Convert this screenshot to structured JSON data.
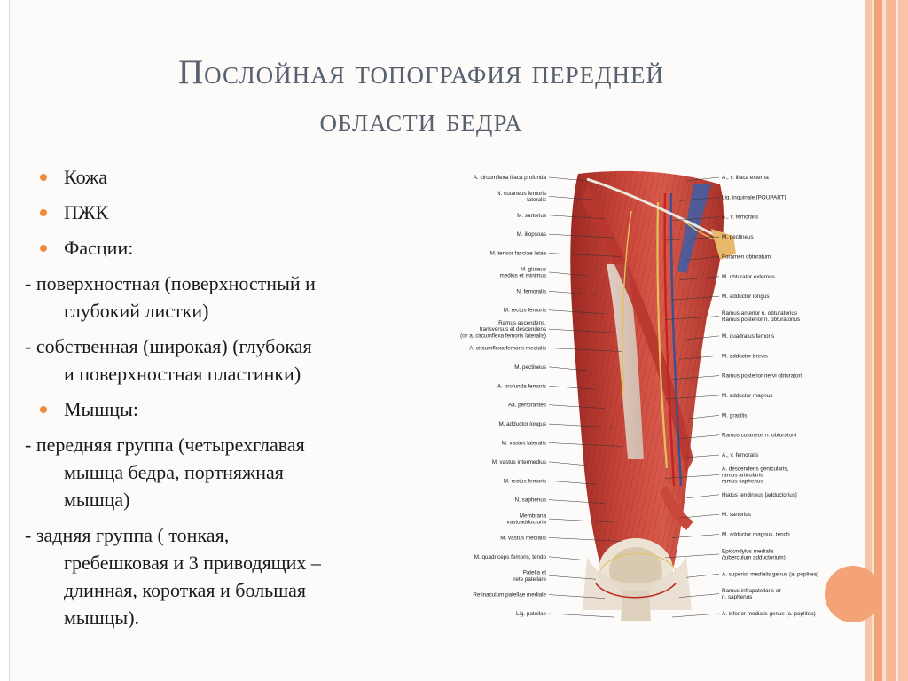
{
  "title": {
    "line1": "Послойная топография передней",
    "line2": "области бедра"
  },
  "items": [
    {
      "type": "bullet",
      "text": "Кожа"
    },
    {
      "type": "bullet",
      "text": "ПЖК"
    },
    {
      "type": "bullet",
      "text": "Фасции:"
    },
    {
      "type": "dash",
      "lines": [
        "- поверхностная (поверхностный и",
        "глубокий листки)"
      ]
    },
    {
      "type": "dash",
      "lines": [
        "- собственная (широкая) (глубокая",
        "и поверхностная пластинки)"
      ]
    },
    {
      "type": "bullet",
      "text": "Мышцы:"
    },
    {
      "type": "dash",
      "lines": [
        "- передняя группа (четырехглавая",
        "мышца бедра, портняжная",
        "мышца)"
      ]
    },
    {
      "type": "dash",
      "lines": [
        "- задняя группа ( тонкая,",
        "гребешковая и 3 приводящих –",
        "длинная, короткая и большая",
        "мышцы)."
      ]
    }
  ],
  "figure": {
    "left_labels": [
      [
        "A. circumflexa iliaca profunda"
      ],
      [
        "N. cutaneus femoris",
        "lateralis"
      ],
      [
        "M. sartorius"
      ],
      [
        "M. iliopsoas"
      ],
      [
        "M. tensor fasciae latae"
      ],
      [
        "M. gluteus",
        "medius et minimus"
      ],
      [
        "N. femoralis"
      ],
      [
        "M. rectus femoris"
      ],
      [
        "Ramus ascendens,",
        "transversus et descendens",
        "(от a. circumflexa femoris lateralis)"
      ],
      [
        "A. circumflexa femoris medialis"
      ],
      [
        "M. pectineus"
      ],
      [
        "A. profunda femoris"
      ],
      [
        "Aa. perforantes"
      ],
      [
        "M. adductor longus"
      ],
      [
        "M. vastus lateralis"
      ],
      [
        "M. vastus intermedius"
      ],
      [
        "M. rectus femoris"
      ],
      [
        "N. saphenus"
      ],
      [
        "Membrana",
        "vastoadductoria"
      ],
      [
        "M. vastus medialis"
      ],
      [
        "M. quadriceps femoris, tendo"
      ],
      [
        "Patella et",
        "rete patellare"
      ],
      [
        "Retinaculum patellae mediale"
      ],
      [
        "Lig. patellae"
      ]
    ],
    "right_labels": [
      [
        "A., v. iliaca externa"
      ],
      [
        "Lig. inguinale [POUPART]"
      ],
      [
        "A., v. femoralis"
      ],
      [
        "M. pectineus"
      ],
      [
        "Foramen obturatum"
      ],
      [
        "M. obturator externus"
      ],
      [
        "M. adductor longus"
      ],
      [
        "Ramus anterior n. obturatorius",
        "Ramus posterior n. obturatorius"
      ],
      [
        "M. quadratus femoris"
      ],
      [
        "M. adductor brevis"
      ],
      [
        "Ramus posterior nervi obturatorii"
      ],
      [
        "M. adductor magnus"
      ],
      [
        "M. gracilis"
      ],
      [
        "Ramus cutaneus n. obturatorii"
      ],
      [
        "A., v. femoralis"
      ],
      [
        "A. descendens genicularis,",
        "ramus articularis",
        "ramus saphenus"
      ],
      [
        "Hiatus tendineus [adductorius]"
      ],
      [
        "M. sartorius"
      ],
      [
        "M. adductor magnus, tendo"
      ],
      [
        "Epicondylus medialis",
        "(tuberculum adductorium)"
      ],
      [
        "A. superior medialis genus (a. poplitea)"
      ],
      [
        "Ramus infrapatellaris от",
        "n. saphenus"
      ],
      [
        "A. inferior medialis genus (a. poplitea)"
      ]
    ]
  },
  "colors": {
    "accent": "#f08a3c",
    "title": "#57606e",
    "stripe": "#f4a376"
  }
}
